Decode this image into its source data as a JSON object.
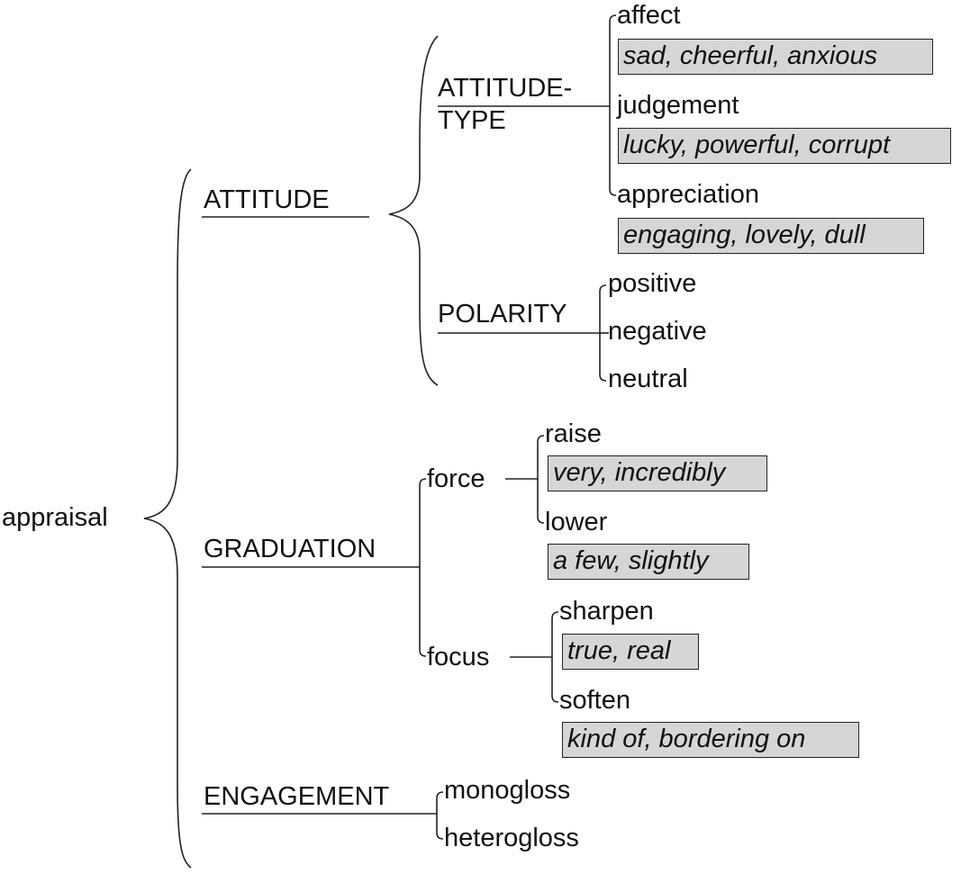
{
  "root": "appraisal",
  "attitude": {
    "label": "ATTITUDE",
    "attitude_type": {
      "label_line1": "ATTITUDE-",
      "label_line2": "TYPE",
      "affect": "affect",
      "affect_examples": "sad, cheerful, anxious",
      "judgement": "judgement",
      "judgement_examples": "lucky, powerful, corrupt",
      "appreciation": "appreciation",
      "appreciation_examples": "engaging, lovely, dull"
    },
    "polarity": {
      "label": "POLARITY",
      "positive": "positive",
      "negative": "negative",
      "neutral": "neutral"
    }
  },
  "graduation": {
    "label": "GRADUATION",
    "force": {
      "label": "force",
      "raise": "raise",
      "raise_examples": "very, incredibly",
      "lower": "lower",
      "lower_examples": "a few, slightly"
    },
    "focus": {
      "label": "focus",
      "sharpen": "sharpen",
      "sharpen_examples": "true, real",
      "soften": "soften",
      "soften_examples": "kind of, bordering on"
    }
  },
  "engagement": {
    "label": "ENGAGEMENT",
    "monogloss": "monogloss",
    "heterogloss": "heterogloss"
  }
}
